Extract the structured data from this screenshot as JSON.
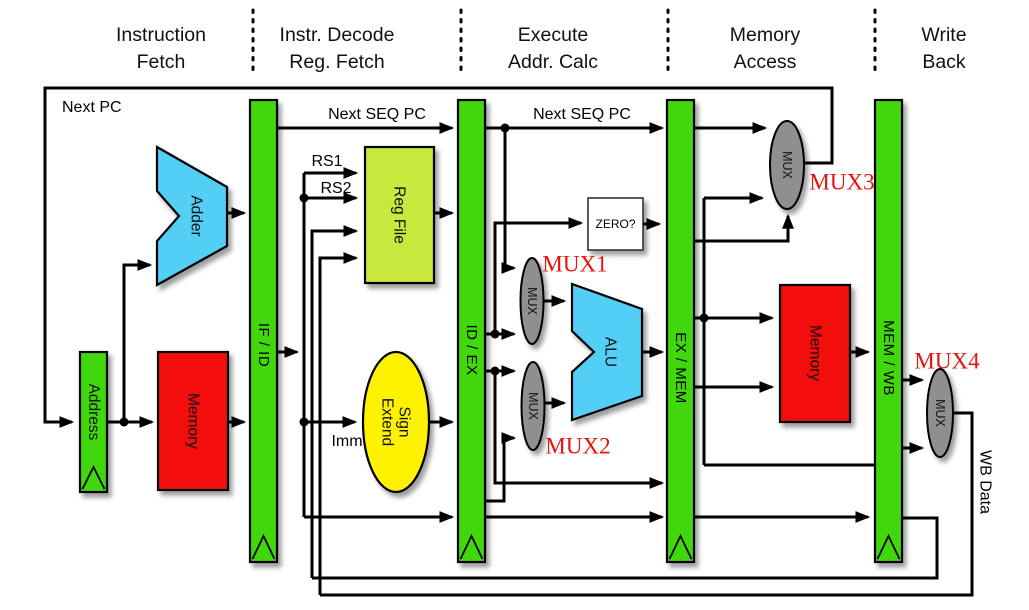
{
  "stage_headers": [
    {
      "line1": "Instruction",
      "line2": "Fetch"
    },
    {
      "line1": "Instr. Decode",
      "line2": "Reg. Fetch"
    },
    {
      "line1": "Execute",
      "line2": "Addr. Calc"
    },
    {
      "line1": "Memory",
      "line2": "Access"
    },
    {
      "line1": "Write",
      "line2": "Back"
    }
  ],
  "pipeline_registers": [
    {
      "label": "IF / ID"
    },
    {
      "label": "ID / EX"
    },
    {
      "label": "EX / MEM"
    },
    {
      "label": "MEM / WB"
    }
  ],
  "blocks": {
    "adder": "Adder",
    "address": "Address",
    "instruction_memory": "Memory",
    "reg_file": "Reg File",
    "sign_extend_line1": "Sign",
    "sign_extend_line2": "Extend",
    "zero_test": "ZERO?",
    "alu": "ALU",
    "data_memory": "Memory",
    "mux": "MUX"
  },
  "mux_annotations": [
    {
      "label": "MUX1"
    },
    {
      "label": "MUX2"
    },
    {
      "label": "MUX3"
    },
    {
      "label": "MUX4"
    }
  ],
  "wire_labels": {
    "next_pc": "Next PC",
    "next_seq_pc_id": "Next SEQ PC",
    "next_seq_pc_ex": "Next SEQ PC",
    "rs1": "RS1",
    "rs2": "RS2",
    "imm": "Imm",
    "wb_data": "WB Data"
  },
  "colors": {
    "pipeline_register_green": "#3fd70a",
    "reg_file_green": "#c9e83c",
    "sign_extend_yellow": "#fff200",
    "memory_red": "#f31111",
    "alu_cyan": "#52cef5",
    "mux_gray": "#8f8f8f",
    "mux_label_red": "#e8120c",
    "wire_black": "#000000",
    "zero_box_white": "#ffffff"
  }
}
